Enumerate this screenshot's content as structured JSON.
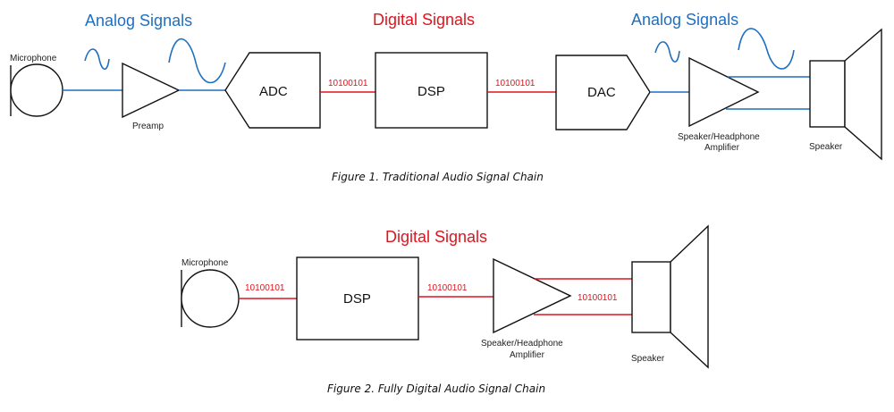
{
  "colors": {
    "analog": "#1f6fc0",
    "digital": "#e0141e",
    "outline": "#111111"
  },
  "figure1": {
    "caption": "Figure 1. Traditional Audio Signal Chain",
    "headers": {
      "analog_left": "Analog Signals",
      "digital": "Digital Signals",
      "analog_right": "Analog Signals"
    },
    "blocks": {
      "microphone": "Microphone",
      "preamp": "Preamp",
      "adc": "ADC",
      "dsp": "DSP",
      "dac": "DAC",
      "amplifier_line1": "Speaker/Headphone",
      "amplifier_line2": "Amplifier",
      "speaker": "Speaker"
    },
    "bits": {
      "adc_to_dsp": "10100101",
      "dsp_to_dac": "10100101"
    }
  },
  "figure2": {
    "caption": "Figure 2. Fully Digital Audio Signal Chain",
    "headers": {
      "digital": "Digital Signals"
    },
    "blocks": {
      "microphone": "Microphone",
      "dsp": "DSP",
      "amplifier_line1": "Speaker/Headphone",
      "amplifier_line2": "Amplifier",
      "speaker": "Speaker"
    },
    "bits": {
      "mic_to_dsp": "10100101",
      "dsp_to_amp": "10100101",
      "amp_to_speaker": "10100101"
    }
  }
}
